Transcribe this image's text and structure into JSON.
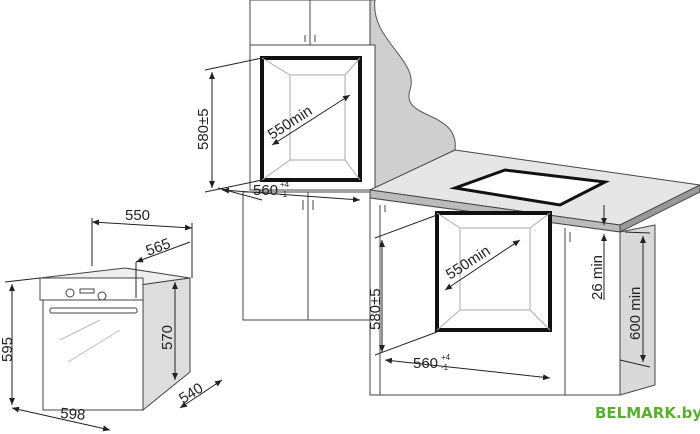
{
  "colors": {
    "line": "#333333",
    "panel": "#d9d9d9",
    "wall": "#cfcfcf",
    "opening": "#111111",
    "watermark": "#5aaf2c"
  },
  "oven": {
    "width_label": "598",
    "height_label": "595",
    "depth_label": "540",
    "body_depth_label": "550",
    "total_depth_label": "565",
    "body_height_label": "570"
  },
  "upper_niche": {
    "height_label": "580±5",
    "depth_label": "550min",
    "width_label": "560",
    "width_tol_plus": "+4",
    "width_tol_minus": "-1"
  },
  "lower_niche": {
    "height_label": "580±5",
    "depth_label": "550min",
    "width_label": "560",
    "width_tol_plus": "+4",
    "width_tol_minus": "-1",
    "gap_label": "26 min",
    "cabinet_height_label": "600 min"
  },
  "watermark": "BELMARK.by"
}
